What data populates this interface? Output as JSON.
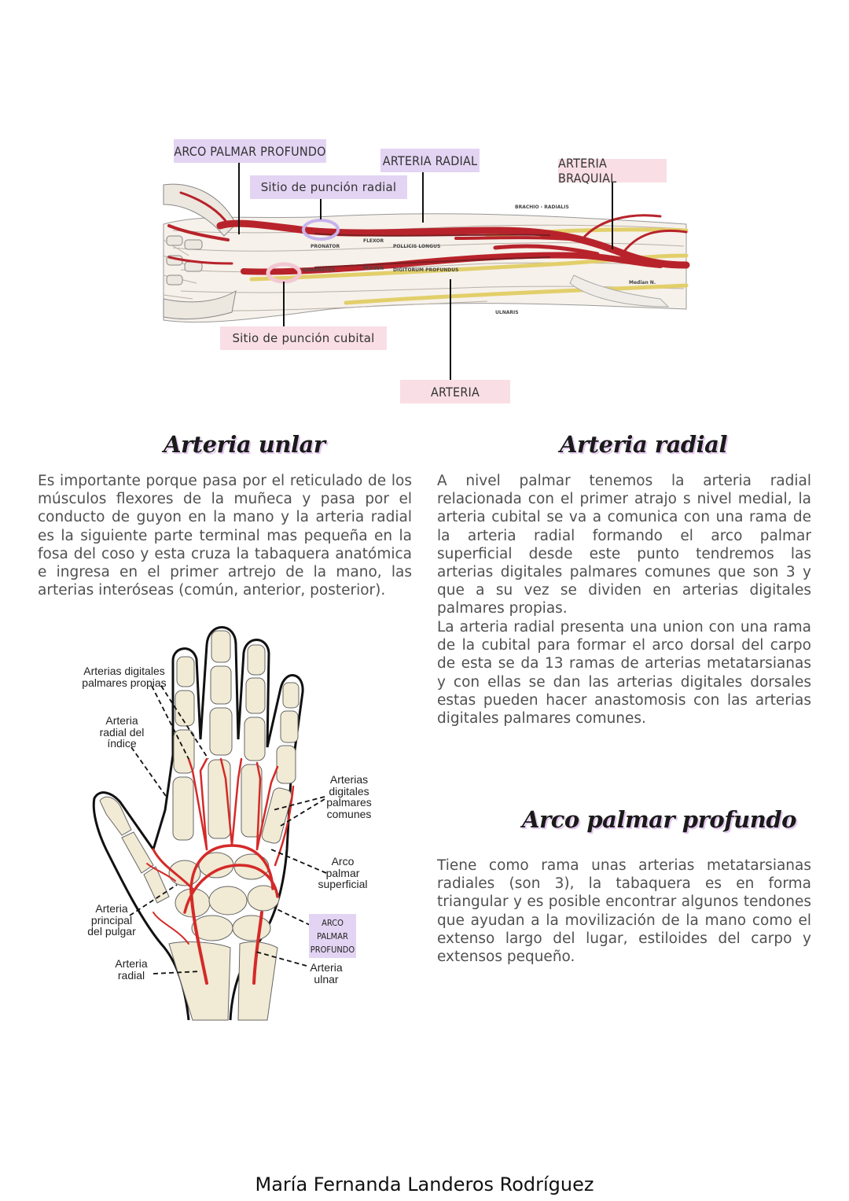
{
  "arm_figure": {
    "label_arco_palmar": "ARCO PALMAR PROFUNDO",
    "label_arteria_radial": "ARTERIA RADIAL",
    "label_arteria_braquial": "ARTERIA BRAQUIAL",
    "label_puncion_radial": "Sitio de punción radial",
    "label_puncion_cubital": "Sitio de punción cubital",
    "label_arteria": "ARTERIA"
  },
  "ulnar": {
    "heading": "Arteria unlar",
    "text": "Es importante porque pasa por el reticulado de los músculos flexores de la muñeca y pasa por el conducto de guyon en la mano y la arteria radial es la siguiente parte terminal mas pequeña en la fosa del coso y esta cruza la tabaquera anatómica e ingresa en el primer artrejo de la mano, las arterias interóseas (común, anterior, posterior)."
  },
  "radial": {
    "heading": "Arteria radial",
    "text1": "A nivel palmar tenemos la arteria radial relacionada con el primer atrajo s nivel medial, la arteria cubital se va a comunica con una rama de la arteria radial formando el arco palmar superficial desde este punto tendremos las arterias digitales palmares comunes que son 3 y que a su vez se dividen en arterias digitales palmares propias.",
    "text2": "La arteria radial presenta una union con una rama de la cubital para formar el arco dorsal del carpo de esta se da 13 ramas de arterias metatarsianas y con ellas se dan las arterias digitales dorsales estas pueden hacer anastomosis con las arterias digitales palmares comunes."
  },
  "deep_arch": {
    "heading": "Arco palmar profundo",
    "text": "Tiene como rama unas arterias metatarsianas radiales (son 3), la tabaquera es en forma triangular y es posible encontrar algunos tendones que ayudan a la movilización de la mano como el extenso largo del lugar, estiloides del carpo y extensos pequeño."
  },
  "hand_figure": {
    "digitales_propias": "Arterias digitales palmares propias",
    "radial_indice": "Arteria radial del índice",
    "principal_pulgar": "Arteria principal del pulgar",
    "arteria_radial": "Arteria radial",
    "digitales_comunes": "Arterias digitales palmares comunes",
    "arco_superficial": "Arco palmar superficial",
    "arco_profundo": "ARCO PALMAR PROFUNDO",
    "arteria_ulnar": "Arteria ulnar"
  },
  "footer": {
    "author": "María Fernanda Landeros Rodríguez"
  }
}
